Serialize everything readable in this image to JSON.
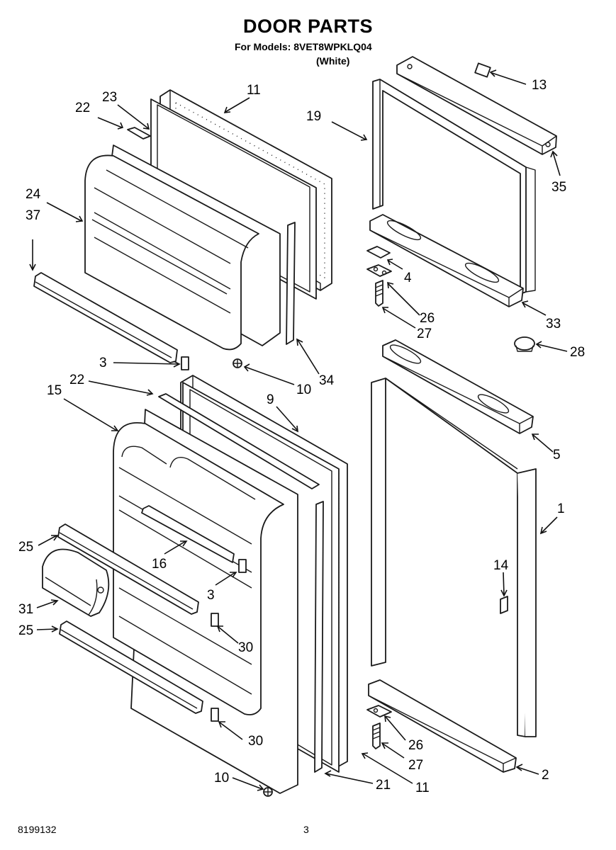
{
  "header": {
    "title": "DOOR PARTS",
    "subtitle": "For Models: 8VET8WPKLQ04",
    "color_note": "(White)"
  },
  "footer": {
    "doc_number": "8199132",
    "page_number": "3"
  },
  "callouts": {
    "c13": "13",
    "c19": "19",
    "c35": "35",
    "c11_top": "11",
    "c22_top": "22",
    "c23": "23",
    "c24": "24",
    "c37": "37",
    "c4": "4",
    "c26_top": "26",
    "c27_top": "27",
    "c33": "33",
    "c28": "28",
    "c3_top": "3",
    "c10_top": "10",
    "c34": "34",
    "c22_bottom": "22",
    "c15": "15",
    "c9": "9",
    "c5": "5",
    "c1": "1",
    "c14": "14",
    "c25_top": "25",
    "c16": "16",
    "c3_mid": "3",
    "c31": "31",
    "c25_bottom": "25",
    "c30_top": "30",
    "c30_bottom": "30",
    "c26_bottom": "26",
    "c27_bottom": "27",
    "c2": "2",
    "c10_bottom": "10",
    "c21": "21",
    "c11_bottom": "11"
  }
}
